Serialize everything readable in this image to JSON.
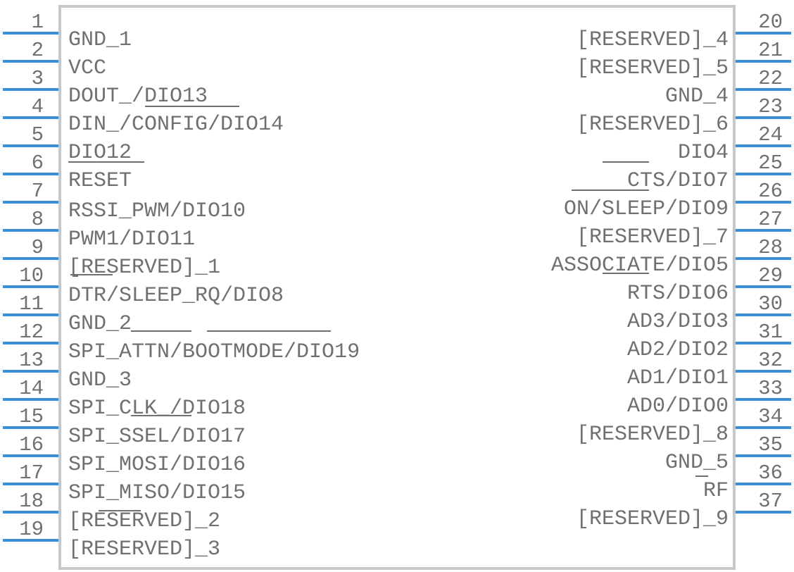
{
  "component": {
    "left_pins": [
      {
        "number": "1",
        "label": "GND_1"
      },
      {
        "number": "2",
        "label": "VCC"
      },
      {
        "number": "3",
        "label": "DOUT_/DIO13"
      },
      {
        "number": "4",
        "label": "DIN_/CONFIG/DIO14"
      },
      {
        "number": "5",
        "label": "DIO12"
      },
      {
        "number": "6",
        "label": "RESET"
      },
      {
        "number": "7",
        "label": "RSSI_PWM/DIO10"
      },
      {
        "number": "8",
        "label": "PWM1/DIO11"
      },
      {
        "number": "9",
        "label": "[RESERVED]_1"
      },
      {
        "number": "10",
        "label": "DTR/SLEEP_RQ/DIO8"
      },
      {
        "number": "11",
        "label": "GND_2"
      },
      {
        "number": "12",
        "label": "SPI_ATTN/BOOTMODE/DIO19"
      },
      {
        "number": "13",
        "label": "GND_3"
      },
      {
        "number": "14",
        "label": "SPI_CLK_/DIO18"
      },
      {
        "number": "15",
        "label": "SPI_SSEL/DIO17"
      },
      {
        "number": "16",
        "label": "SPI_MOSI/DIO16"
      },
      {
        "number": "17",
        "label": "SPI_MISO/DIO15"
      },
      {
        "number": "18",
        "label": "[RESERVED]_2"
      },
      {
        "number": "19",
        "label": "[RESERVED]_3"
      }
    ],
    "right_pins": [
      {
        "number": "20",
        "label": "[RESERVED]_4"
      },
      {
        "number": "21",
        "label": "[RESERVED]_5"
      },
      {
        "number": "22",
        "label": "GND_4"
      },
      {
        "number": "23",
        "label": "[RESERVED]_6"
      },
      {
        "number": "24",
        "label": "DIO4"
      },
      {
        "number": "25",
        "label": "CTS/DIO7"
      },
      {
        "number": "26",
        "label": "ON/SLEEP/DIO9"
      },
      {
        "number": "27",
        "label": "[RESERVED]_7"
      },
      {
        "number": "28",
        "label": "ASSOCIATE/DIO5"
      },
      {
        "number": "29",
        "label": "RTS/DIO6"
      },
      {
        "number": "30",
        "label": "AD3/DIO3"
      },
      {
        "number": "31",
        "label": "AD2/DIO2"
      },
      {
        "number": "32",
        "label": "AD1/DIO1"
      },
      {
        "number": "33",
        "label": "AD0/DIO0"
      },
      {
        "number": "34",
        "label": "[RESERVED]_8"
      },
      {
        "number": "35",
        "label": "GND_5"
      },
      {
        "number": "36",
        "label": "RF"
      },
      {
        "number": "37",
        "label": "[RESERVED]_9"
      }
    ],
    "colors": {
      "pin": "#3a8fdc",
      "body_outline": "#c8c8c8",
      "text": "#707070"
    }
  }
}
